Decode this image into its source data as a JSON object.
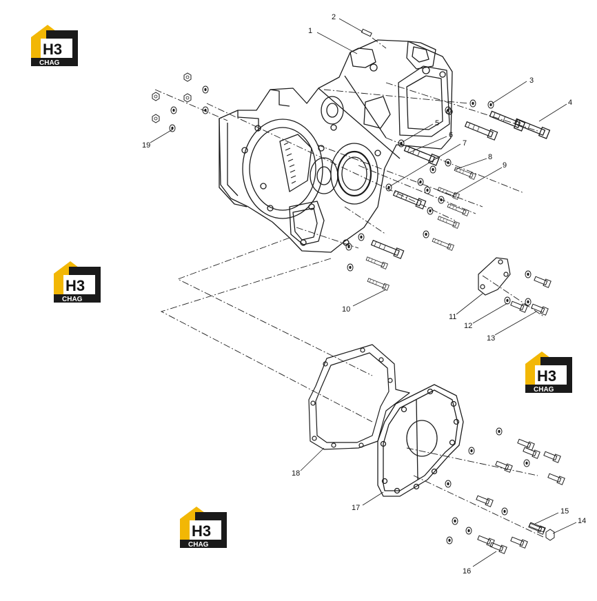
{
  "logo": {
    "mark": "H3",
    "text": "CHAG",
    "colors": {
      "roof": "#f2b705",
      "body": "#1a1a1a",
      "band": "#1a1a1a"
    }
  },
  "callouts": [
    "1",
    "2",
    "3",
    "4",
    "5",
    "6",
    "7",
    "8",
    "9",
    "10",
    "11",
    "12",
    "13",
    "14",
    "15",
    "16",
    "17",
    "18",
    "19"
  ],
  "colors": {
    "line": "#1a1a1a",
    "background": "#ffffff"
  }
}
